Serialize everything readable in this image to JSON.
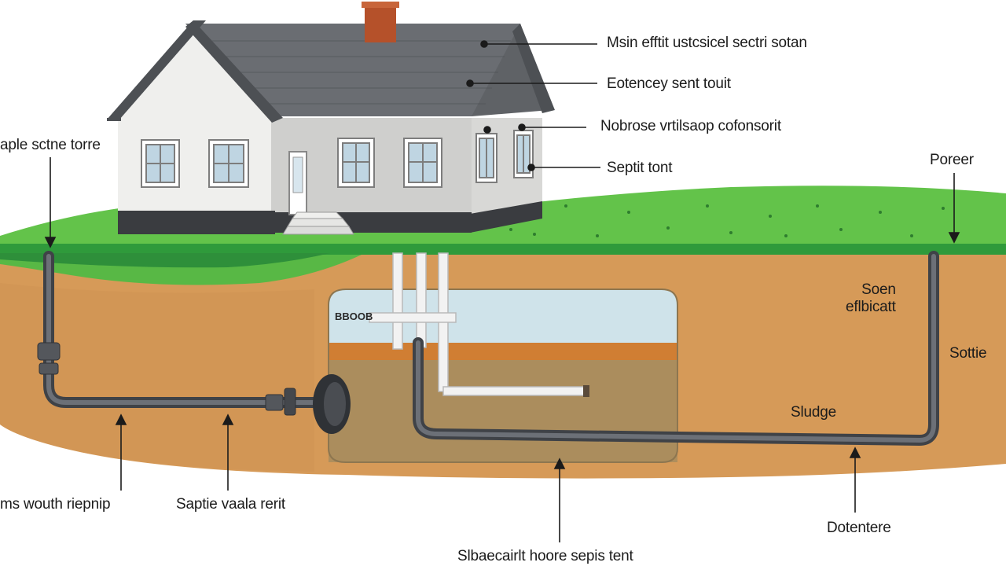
{
  "labels": {
    "main_effluent": "Msin efftit ustcsicel sectri sotan",
    "entrance": "Eotencey sent touit",
    "nobrose": "Nobrose vrtilsaop cofonsorit",
    "septic_tank_right": "Septit tont",
    "septic_tone_left": "aple sctne torre",
    "poreer": "Poreer",
    "soen_effluent": "Soen\neflbicatt",
    "sottie": "Sottie",
    "sludge": "Sludge",
    "dotentere": "Dotentere",
    "mouth_pipe": "ms wouth riepnip",
    "septic_waste": "Saptie vaala rerit",
    "bottom_caption": "Slbaecairlt hoore sepis tent",
    "tank_sign": "BBOOB"
  },
  "colors": {
    "roof": "#5f6266",
    "wall": "#ededeb",
    "grass": "#5cbf44",
    "grass_dark": "#2e9a3c",
    "soil": "#d69a58",
    "tank_water": "#cfe3ea",
    "pipe": "#4a4d52",
    "chimney": "#b5512a"
  },
  "icons": [
    "house-illustration",
    "septic-tank-illustration",
    "pipe-illustration"
  ]
}
